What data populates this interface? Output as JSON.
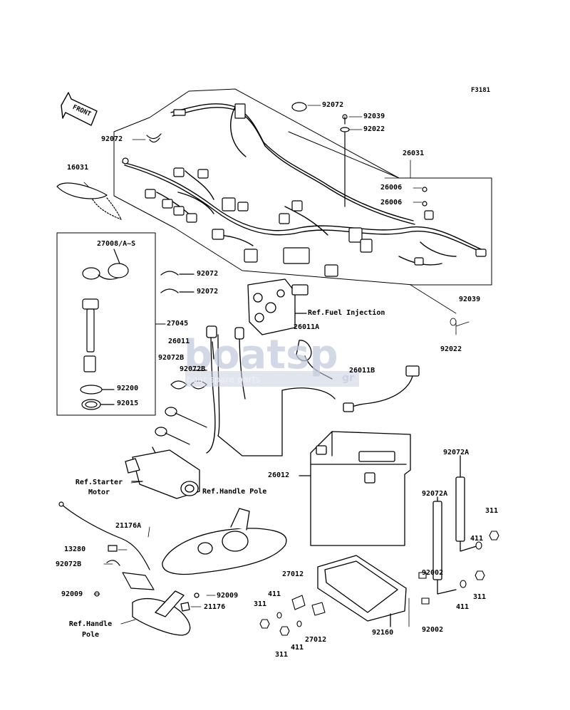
{
  "diagram": {
    "figure_code": "F3181",
    "front_label": "FRONT",
    "labels": {
      "p92072_top_right": "92072",
      "p92039_top": "92039",
      "p92022_top": "92022",
      "p92072_top_left": "92072",
      "p26031": "26031",
      "p16031": "16031",
      "p26006_a": "26006",
      "p26006_b": "26006",
      "p27008": "27008/A~S",
      "p92072_mid_a": "92072",
      "p92072_mid_b": "92072",
      "ref_fuel_injection": "Ref.Fuel Injection",
      "p92039_right": "92039",
      "p27045": "27045",
      "p26011A": "26011A",
      "p26011": "26011",
      "p92072B_a": "92072B",
      "p92072B_b": "92072B",
      "p26011B": "26011B",
      "p92022_right": "92022",
      "p92200": "92200",
      "p92015": "92015",
      "p26012": "26012",
      "p92072A_a": "92072A",
      "p92072A_b": "92072A",
      "ref_starter_motor_1": "Ref.Starter",
      "ref_starter_motor_2": "Motor",
      "ref_handle_pole_top": "Ref.Handle Pole",
      "p21176A": "21176A",
      "p13280": "13280",
      "p92072B_c": "92072B",
      "p92009_a": "92009",
      "p92009_b": "92009",
      "p21176": "21176",
      "ref_handle_pole_bottom_1": "Ref.Handle",
      "ref_handle_pole_bottom_2": "Pole",
      "p311_a": "311",
      "p411_a": "411",
      "p311_b": "311",
      "p411_b": "411",
      "p27012_a": "27012",
      "p27012_b": "27012",
      "p92160": "92160",
      "p311_c": "311",
      "p411_c": "411",
      "p92002_a": "92002",
      "p92002_b": "92002",
      "p311_d": "311",
      "p411_d": "411"
    },
    "watermark": {
      "logo_text": "boatsp",
      "logo_suffix": "gr",
      "tagline": "boat spare parts"
    }
  }
}
